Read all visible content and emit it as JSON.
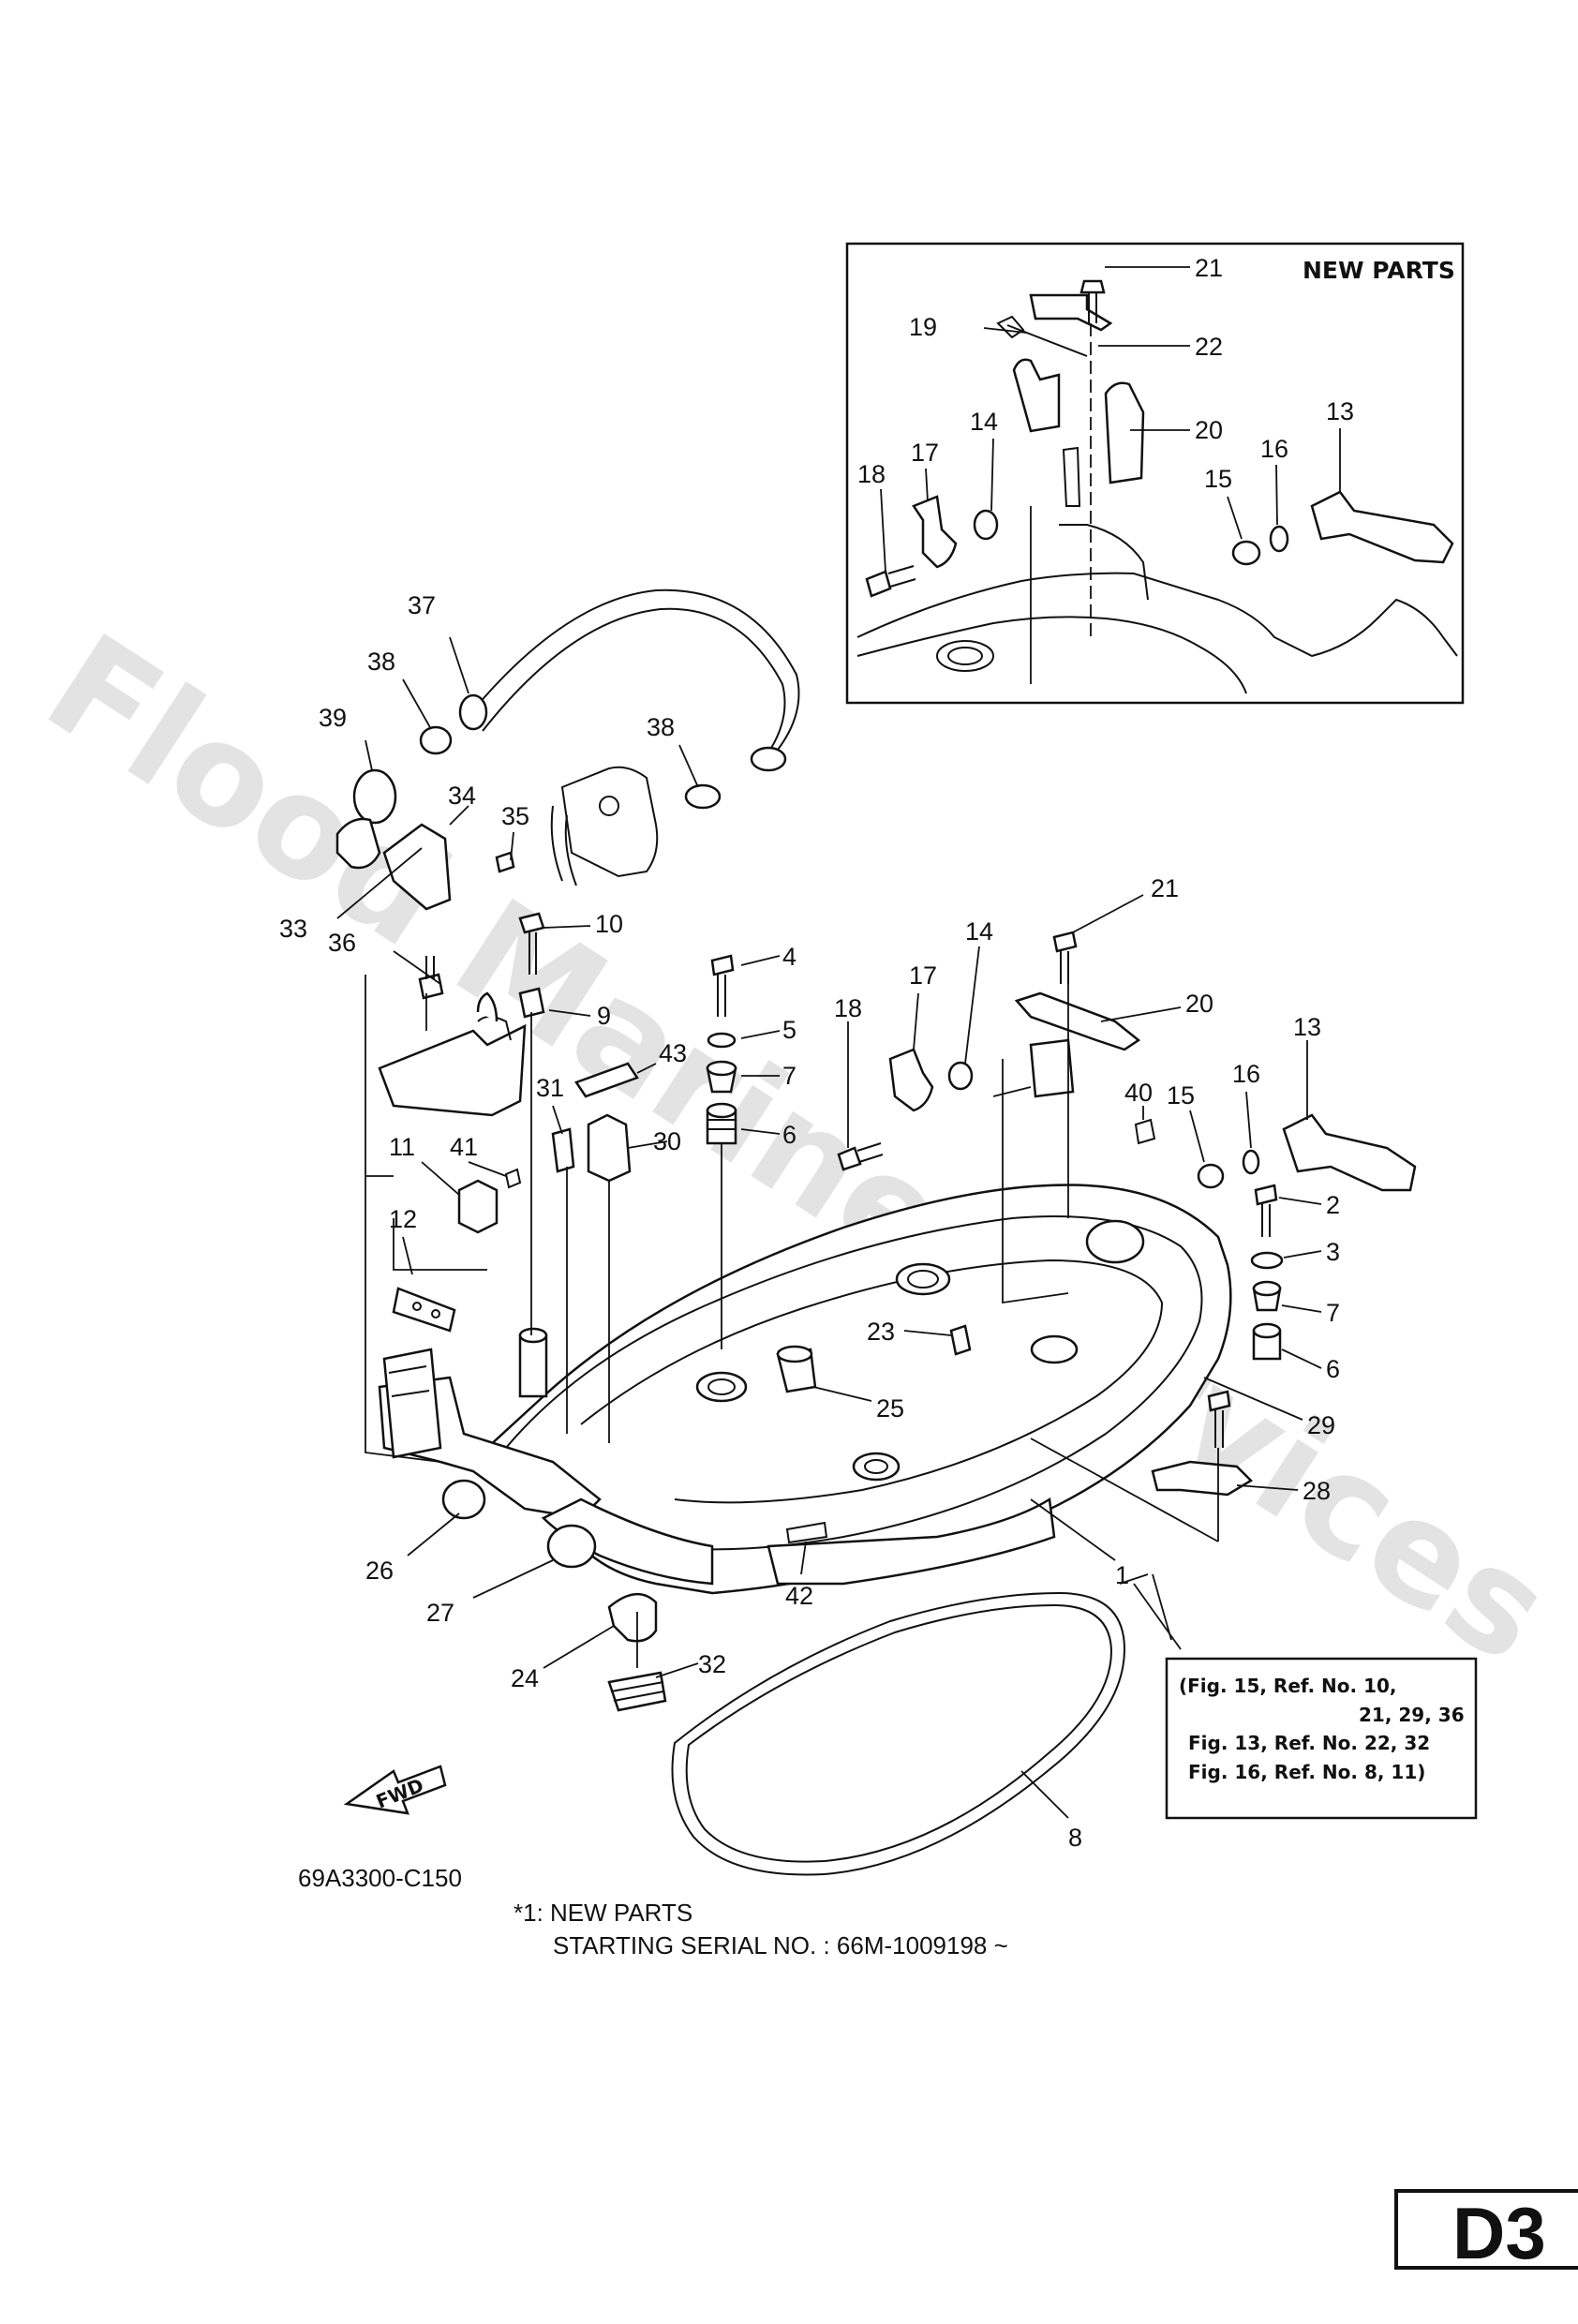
{
  "watermark": "Flood Marine Services",
  "inset": {
    "title": "NEW PARTS"
  },
  "callouts": {
    "c1": "1",
    "c2": "2",
    "c3": "3",
    "c4": "4",
    "c5": "5",
    "c6": "6",
    "c6b": "6",
    "c7": "7",
    "c7b": "7",
    "c8": "8",
    "c9": "9",
    "c10": "10",
    "c11": "11",
    "c12": "12",
    "c13": "13",
    "c13i": "13",
    "c14": "14",
    "c14i": "14",
    "c15": "15",
    "c15i": "15",
    "c16": "16",
    "c16i": "16",
    "c17": "17",
    "c17i": "17",
    "c18": "18",
    "c18i": "18",
    "c19i": "19",
    "c20": "20",
    "c20i": "20",
    "c21": "21",
    "c21i": "21",
    "c22i": "22",
    "c23": "23",
    "c24": "24",
    "c25": "25",
    "c26": "26",
    "c27": "27",
    "c28": "28",
    "c29": "29",
    "c30": "30",
    "c31": "31",
    "c32": "32",
    "c33": "33",
    "c34": "34",
    "c35": "35",
    "c36": "36",
    "c37": "37",
    "c38": "38",
    "c38b": "38",
    "c39": "39",
    "c40": "40",
    "c41": "41",
    "c42": "42",
    "c43": "43"
  },
  "reference_box": {
    "line1": "(Fig. 15, Ref. No. 10,",
    "line2": "21, 29, 36",
    "line3": "Fig. 13, Ref. No. 22, 32",
    "line4": "Fig. 16, Ref. No. 8, 11)"
  },
  "fwd_label": "FWD",
  "figure_code": "69A3300-C150",
  "footnote": {
    "line1": "*1: NEW PARTS",
    "line2": "STARTING SERIAL NO. : 66M-1009198 ~"
  },
  "page_code": "D3"
}
